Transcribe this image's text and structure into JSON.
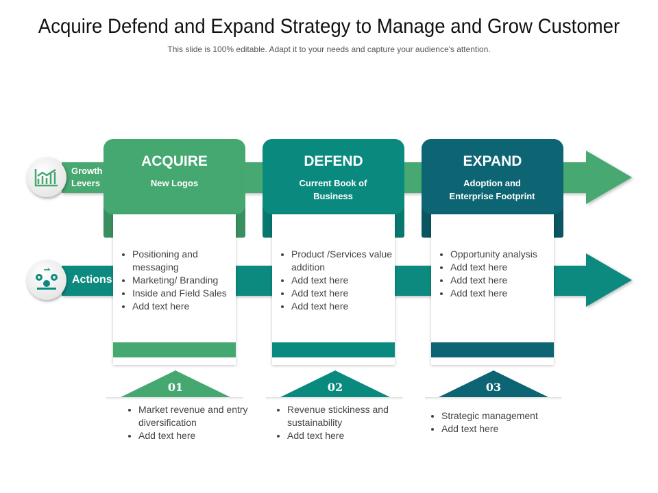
{
  "title": "Acquire Defend and Expand Strategy to Manage and Grow Customer",
  "subtitle": "This slide is 100% editable. Adapt it to your needs and capture your audience's attention.",
  "colors": {
    "green": "#46a871",
    "teal": "#0a8a7f",
    "dark_teal": "#0d6472"
  },
  "rows": {
    "growth": {
      "line1": "Growth",
      "line2": "Levers",
      "icon": "growth-chart-icon"
    },
    "actions": {
      "label": "Actions",
      "icon": "gears-person-icon"
    }
  },
  "stages": [
    {
      "title": "ACQUIRE",
      "subtitle": "New Logos",
      "bullets": [
        "Positioning and messaging",
        "Marketing/ Branding",
        "Inside and Field Sales",
        "Add text here"
      ],
      "number": "01",
      "outcomes": [
        "Market revenue and entry diversification",
        "Add text here"
      ]
    },
    {
      "title": "DEFEND",
      "subtitle": "Current Book of Business",
      "bullets": [
        "Product /Services value addition",
        "Add text here",
        "Add text here",
        "Add text here"
      ],
      "number": "02",
      "outcomes": [
        "Revenue stickiness and sustainability",
        "Add text here"
      ]
    },
    {
      "title": "EXPAND",
      "subtitle": "Adoption and Enterprise Footprint",
      "bullets": [
        "Opportunity analysis",
        "Add text here",
        "Add text here",
        "Add text here"
      ],
      "number": "03",
      "outcomes": [
        "Strategic management",
        "Add text here"
      ]
    }
  ]
}
